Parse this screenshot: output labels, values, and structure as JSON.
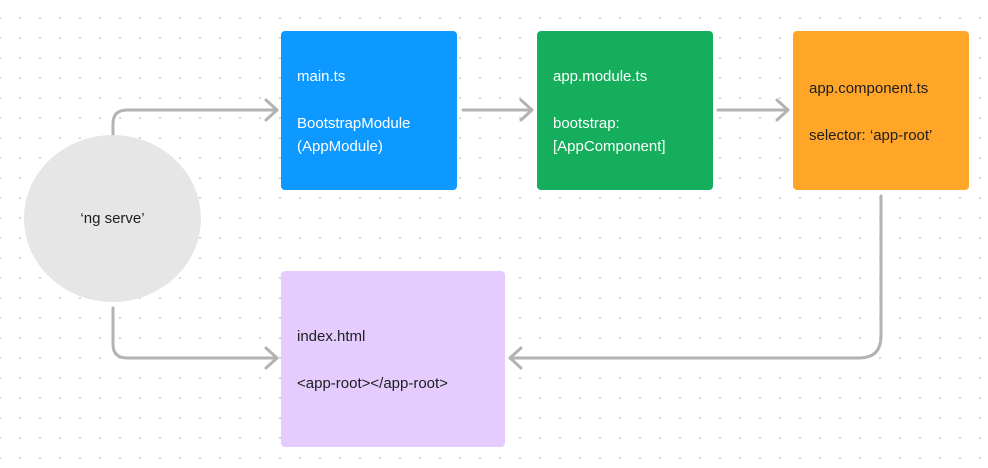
{
  "start": {
    "label": "‘ng serve’"
  },
  "nodes": {
    "main": {
      "text": "main.ts\n\nBootstrapModule\n(AppModule)",
      "color": "#0d99ff",
      "text_color": "#ffffff"
    },
    "app_module": {
      "text": "app.module.ts\n\nbootstrap:\n[AppComponent]",
      "color": "#14ae5c",
      "text_color": "#ffffff"
    },
    "app_component": {
      "text": "app.component.ts\n\nselector: ‘app-root’",
      "color": "#ffa629",
      "text_color": "#1e1e1e"
    },
    "index": {
      "text": "index.html\n\n<app-root></app-root>",
      "color": "#e4ccff",
      "text_color": "#1e1e1e"
    }
  },
  "connector_color": "#b3b3b3",
  "canvas_background": "#ffffff"
}
